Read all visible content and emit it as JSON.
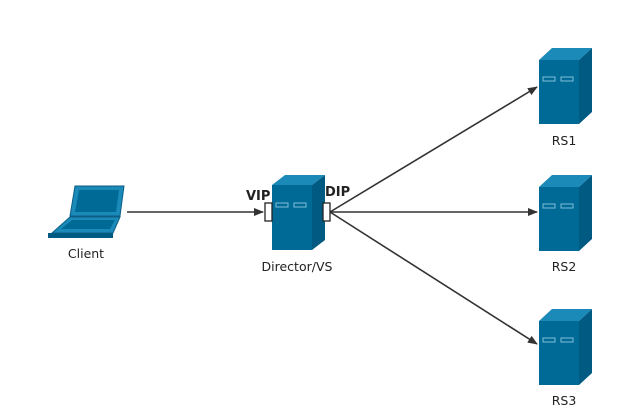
{
  "nodes": {
    "client": {
      "label": "Client"
    },
    "director": {
      "label": "Director/VS",
      "vip_label": "VIP",
      "dip_label": "DIP"
    },
    "rs1": {
      "label": "RS1"
    },
    "rs2": {
      "label": "RS2"
    },
    "rs3": {
      "label": "RS3"
    }
  },
  "edges": [
    {
      "from": "client",
      "to": "director"
    },
    {
      "from": "director",
      "to": "rs1"
    },
    {
      "from": "director",
      "to": "rs2"
    },
    {
      "from": "director",
      "to": "rs3"
    }
  ],
  "colors": {
    "server_front": "#006A96",
    "server_side": "#005A82",
    "server_top": "#1C8AB8",
    "server_edge": "#0B5E86",
    "slot": "#7FBDD8",
    "arrow": "#333333"
  },
  "icons": {
    "client": "laptop-icon",
    "server": "server-icon"
  }
}
